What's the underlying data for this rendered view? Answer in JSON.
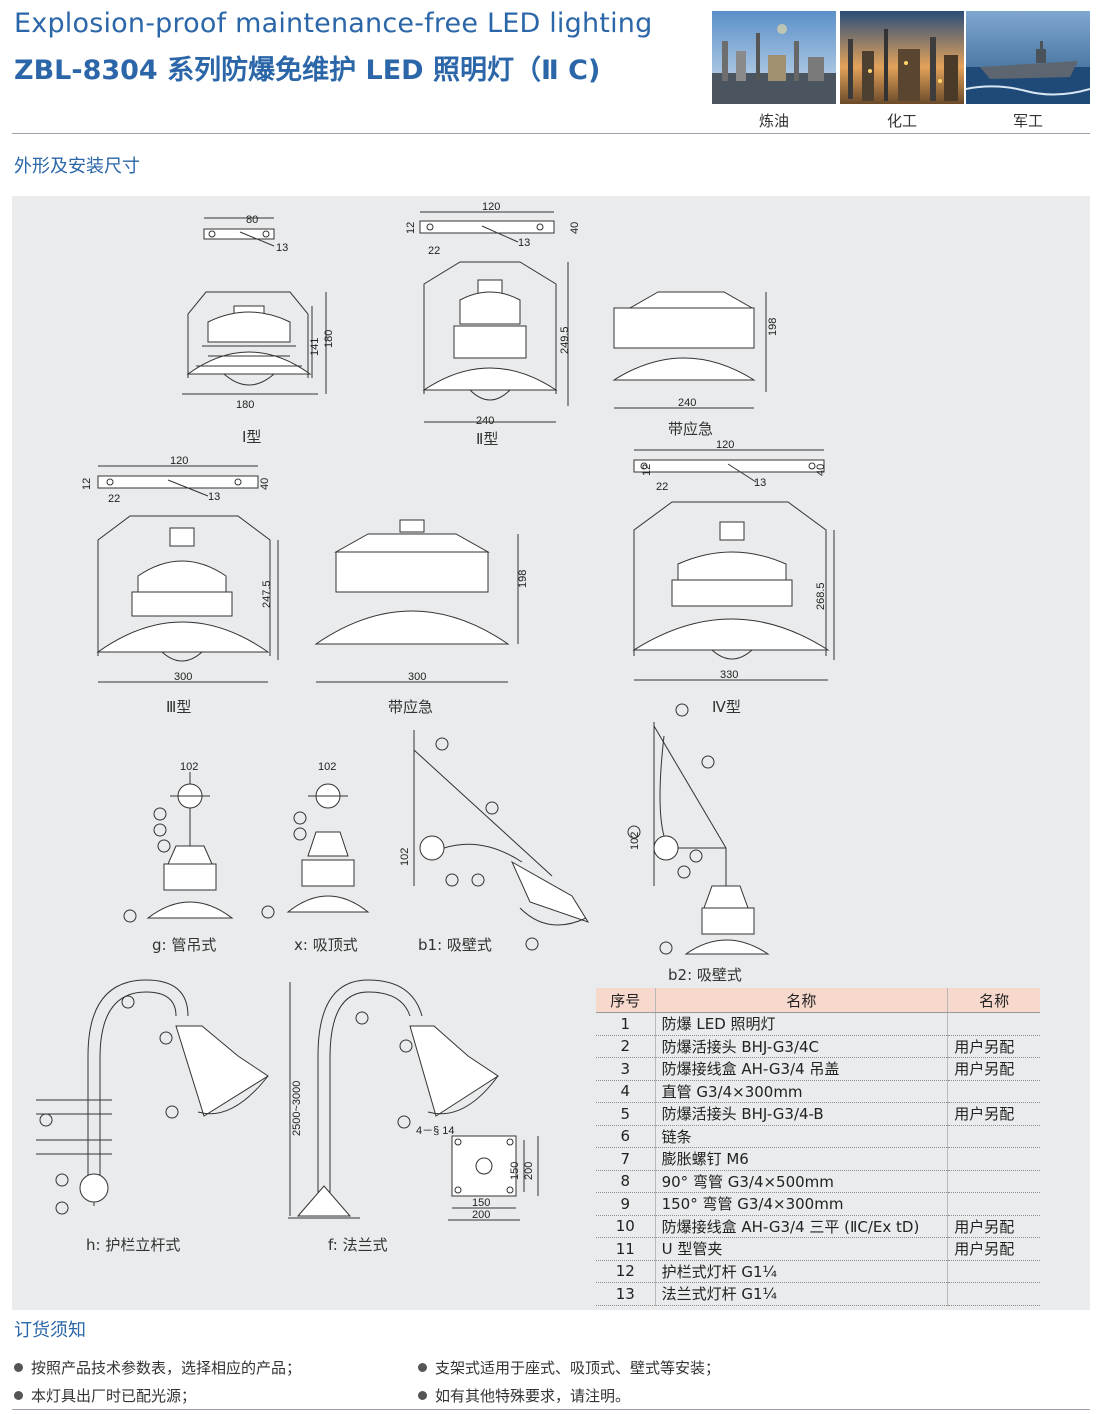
{
  "header": {
    "title_en": "Explosion-proof maintenance-free LED lighting",
    "title_cn": "ZBL-8304 系列防爆免维护 LED 照明灯（Ⅱ C)"
  },
  "photos": [
    {
      "caption": "炼油"
    },
    {
      "caption": "化工"
    },
    {
      "caption": "军工"
    }
  ],
  "sections": {
    "dimensions": "外形及安装尺寸",
    "ordering": "订货须知"
  },
  "diagram_captions": {
    "type1": "Ⅰ型",
    "type2": "Ⅱ型",
    "emergency_a": "带应急",
    "type3": "Ⅲ型",
    "emergency_b": "带应急",
    "type4": "Ⅳ型",
    "g": "g: 管吊式",
    "x": "x: 吸顶式",
    "b1": "b1: 吸壁式",
    "b2": "b2: 吸壁式",
    "h": "h: 护栏立杆式",
    "f": "f: 法兰式"
  },
  "dimensions": {
    "d80": "80",
    "d13": "13",
    "d141": "141",
    "d180": "180",
    "d180w": "180",
    "d120": "120",
    "d12": "12",
    "d22": "22",
    "d40": "40",
    "d249": "249.5",
    "d240": "240",
    "d198": "198",
    "d240e": "240",
    "d247": "247.5",
    "d300": "300",
    "d300e": "300",
    "d198e": "198",
    "d268": "268.5",
    "d330": "330",
    "d102": "102",
    "d2500": "2500~3000",
    "d4": "4－§ 14",
    "d150": "150",
    "d200": "200"
  },
  "parts_table": {
    "headers": [
      "序号",
      "名称",
      "名称"
    ],
    "rows": [
      {
        "no": "1",
        "name": "防爆 LED 照明灯",
        "note": ""
      },
      {
        "no": "2",
        "name": "防爆活接头 BHJ-G3/4C",
        "note": "用户另配"
      },
      {
        "no": "3",
        "name": "防爆接线盒 AH-G3/4 吊盖",
        "note": "用户另配"
      },
      {
        "no": "4",
        "name": "直管 G3/4×300mm",
        "note": ""
      },
      {
        "no": "5",
        "name": "防爆活接头 BHJ-G3/4-B",
        "note": "用户另配"
      },
      {
        "no": "6",
        "name": "链条",
        "note": ""
      },
      {
        "no": "7",
        "name": "膨胀螺钉 M6",
        "note": ""
      },
      {
        "no": "8",
        "name": "90° 弯管 G3/4×500mm",
        "note": ""
      },
      {
        "no": "9",
        "name": "150° 弯管 G3/4×300mm",
        "note": ""
      },
      {
        "no": "10",
        "name": "防爆接线盒 AH-G3/4 三平 (ⅡC/Ex tD)",
        "note": "用户另配"
      },
      {
        "no": "11",
        "name": "U 型管夹",
        "note": "用户另配"
      },
      {
        "no": "12",
        "name": "护栏式灯杆 G1¼",
        "note": ""
      },
      {
        "no": "13",
        "name": "法兰式灯杆 G1¼",
        "note": ""
      }
    ]
  },
  "notes": [
    "按照产品技术参数表，选择相应的产品；",
    "支架式适用于座式、吸顶式、壁式等安装；",
    "本灯具出厂时已配光源；",
    "如有其他特殊要求，请注明。"
  ],
  "colors": {
    "brand_blue": "#2b66a8",
    "panel_gray": "#e9ebec",
    "table_header": "#f6d9cc"
  }
}
